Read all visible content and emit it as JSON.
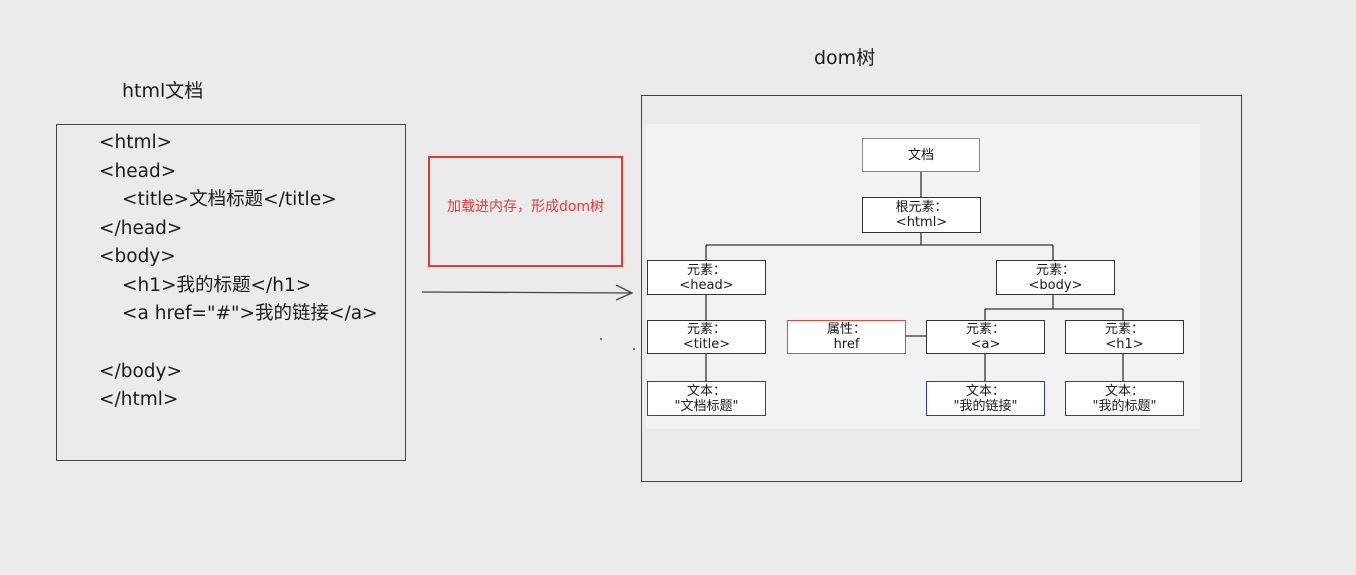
{
  "left_title": "html文档",
  "right_title": "dom树",
  "code_lines": [
    "<html>",
    "<head>",
    "<title>文档标题</title>",
    "</head>",
    "<body>",
    "<h1>我的标题</h1>",
    "<a href=\"#\">我的链接</a>",
    "</body>",
    "</html>"
  ],
  "annotation": "加载进内存，形成dom树",
  "nodes": {
    "document": {
      "line1": "文档"
    },
    "root": {
      "line1": "根元素：",
      "line2": "<html>"
    },
    "head": {
      "line1": "元素：",
      "line2": "<head>"
    },
    "body": {
      "line1": "元素：",
      "line2": "<body>"
    },
    "title": {
      "line1": "元素：",
      "line2": "<title>"
    },
    "attr": {
      "line1": "属性：",
      "line2": "href"
    },
    "a": {
      "line1": "元素：",
      "line2": "<a>"
    },
    "h1": {
      "line1": "元素：",
      "line2": "<h1>"
    },
    "text_title": {
      "line1": "文本：",
      "line2": "\"文档标题\""
    },
    "text_link": {
      "line1": "文本：",
      "line2": "\"我的链接\""
    },
    "text_h1": {
      "line1": "文本：",
      "line2": "\"我的标题\""
    }
  },
  "colors": {
    "annotation_red": "#e53935",
    "attr_border": "#e0483e",
    "text_border": "#2e3ba8",
    "doc_border": "#8a8a8a"
  }
}
